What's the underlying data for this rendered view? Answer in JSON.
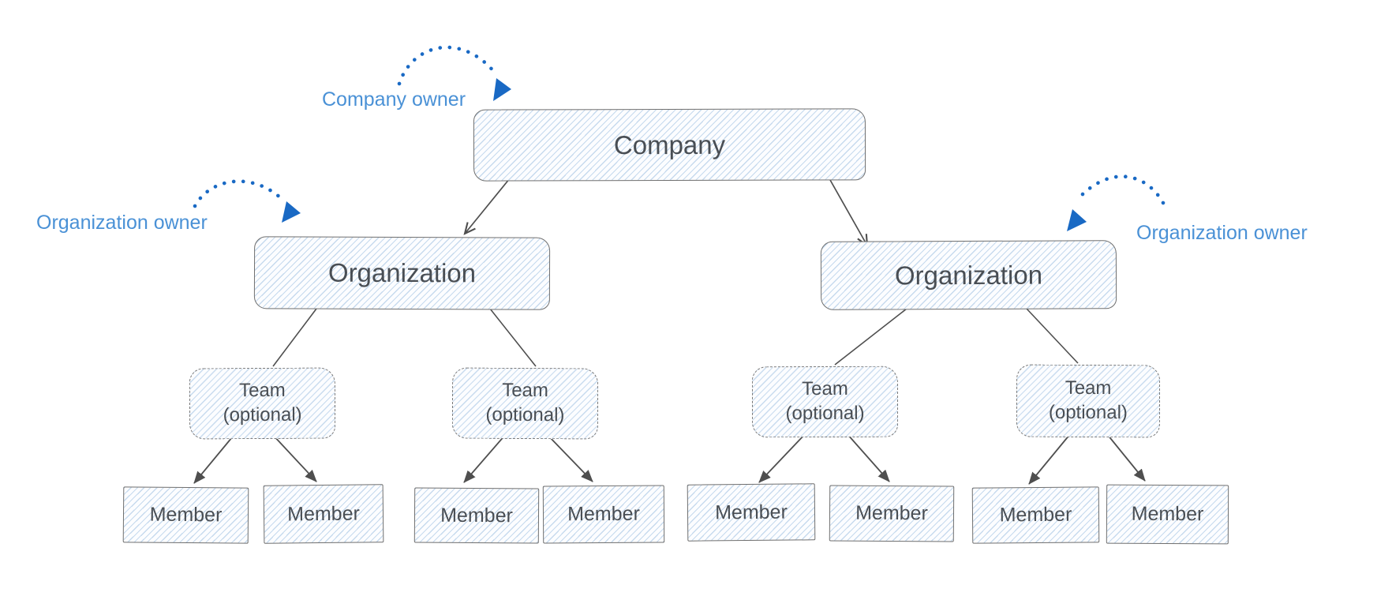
{
  "annotations": {
    "company_owner": "Company owner",
    "organization_owner_left": "Organization owner",
    "organization_owner_right": "Organization owner"
  },
  "nodes": {
    "company": {
      "label": "Company"
    },
    "organizations": [
      {
        "label": "Organization"
      },
      {
        "label": "Organization"
      }
    ],
    "teams": [
      {
        "line1": "Team",
        "line2": "(optional)"
      },
      {
        "line1": "Team",
        "line2": "(optional)"
      },
      {
        "line1": "Team",
        "line2": "(optional)"
      },
      {
        "line1": "Team",
        "line2": "(optional)"
      }
    ],
    "members": [
      {
        "label": "Member"
      },
      {
        "label": "Member"
      },
      {
        "label": "Member"
      },
      {
        "label": "Member"
      },
      {
        "label": "Member"
      },
      {
        "label": "Member"
      },
      {
        "label": "Member"
      },
      {
        "label": "Member"
      }
    ]
  },
  "colors": {
    "annotation_text": "#4a91d6",
    "annotation_arrow": "#1969c4",
    "node_border": "#6f6f6f",
    "node_text": "#494e54",
    "connector": "#4f4f4f",
    "hatch_line": "#7daad7",
    "background": "#ffffff"
  }
}
